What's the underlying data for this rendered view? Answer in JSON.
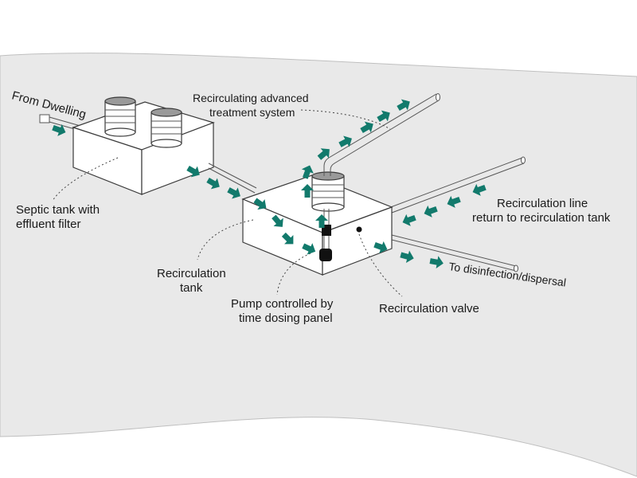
{
  "labels": {
    "from_dwelling": "From Dwelling",
    "recirc_system_line1": "Recirculating advanced",
    "recirc_system_line2": "treatment system",
    "septic_line1": "Septic tank with",
    "septic_line2": "effluent filter",
    "recirc_tank_line1": "Recirculation",
    "recirc_tank_line2": "tank",
    "pump_line1": "Pump controlled by",
    "pump_line2": "time dosing panel",
    "valve": "Recirculation valve",
    "to_disinfection": "To disinfection/dispersal",
    "return_line1": "Recirculation line",
    "return_line2": "return to recirculation tank"
  },
  "colors": {
    "arrow": "#127a6c",
    "ground": "#e9e9e9",
    "outline": "#3a3a3a"
  }
}
